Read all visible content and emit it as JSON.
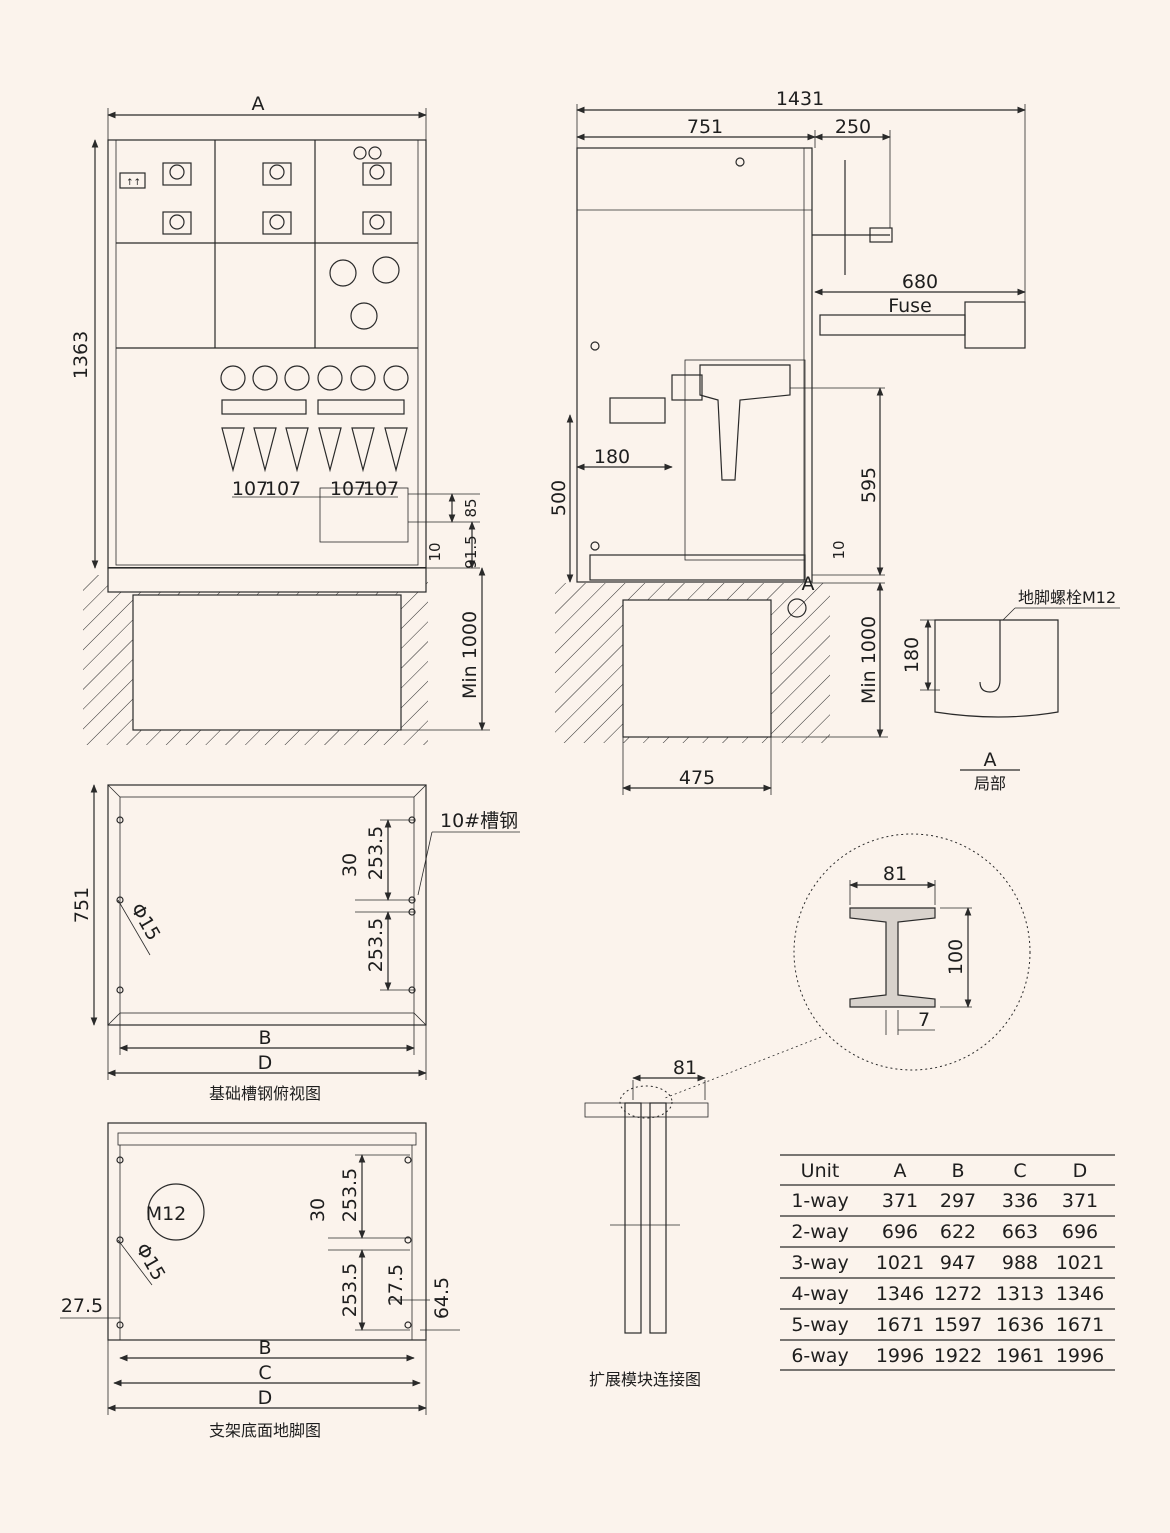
{
  "front_view": {
    "width_label": "A",
    "height_label": "1363",
    "pitch_1": "107",
    "pitch_2": "107",
    "pitch_3": "107",
    "pitch_4": "107",
    "dim_85": "85",
    "dim_10": "10",
    "dim_91_5": "91.5",
    "min_depth": "Min 1000"
  },
  "side_view": {
    "overall": "1431",
    "body": "751",
    "handle": "250",
    "fuse_reach": "680",
    "fuse_label": "Fuse",
    "dim_180": "180",
    "dim_500": "500",
    "dim_595": "595",
    "dim_10": "10",
    "detail_mark": "A",
    "min_depth": "Min 1000",
    "trench_width": "475"
  },
  "detail_a": {
    "bolt_label": "地脚螺栓M12",
    "depth": "180",
    "mark": "A",
    "caption": "局部"
  },
  "foundation_plan": {
    "depth": "751",
    "channel_label": "10#槽钢",
    "hole": "Φ15",
    "spacing_1": "253.5",
    "spacing_2": "253.5",
    "gap": "30",
    "width_b": "B",
    "width_d": "D",
    "caption": "基础槽钢俯视图"
  },
  "frame_plan": {
    "bolt": "M12",
    "hole": "Φ15",
    "spacing_1": "253.5",
    "spacing_2": "253.5",
    "gap": "30",
    "offset_left": "27.5",
    "offset_mid": "27.5",
    "offset_right": "64.5",
    "width_b": "B",
    "width_c": "C",
    "width_d": "D",
    "caption": "支架底面地脚图"
  },
  "beam_detail": {
    "flange": "81",
    "height": "100",
    "web": "7"
  },
  "expansion": {
    "width": "81",
    "caption": "扩展模块连接图"
  },
  "dimension_table": {
    "headers": [
      "Unit",
      "A",
      "B",
      "C",
      "D"
    ],
    "rows": [
      [
        "1-way",
        "371",
        "297",
        "336",
        "371"
      ],
      [
        "2-way",
        "696",
        "622",
        "663",
        "696"
      ],
      [
        "3-way",
        "1021",
        "947",
        "988",
        "1021"
      ],
      [
        "4-way",
        "1346",
        "1272",
        "1313",
        "1346"
      ],
      [
        "5-way",
        "1671",
        "1597",
        "1636",
        "1671"
      ],
      [
        "6-way",
        "1996",
        "1922",
        "1961",
        "1996"
      ]
    ]
  }
}
